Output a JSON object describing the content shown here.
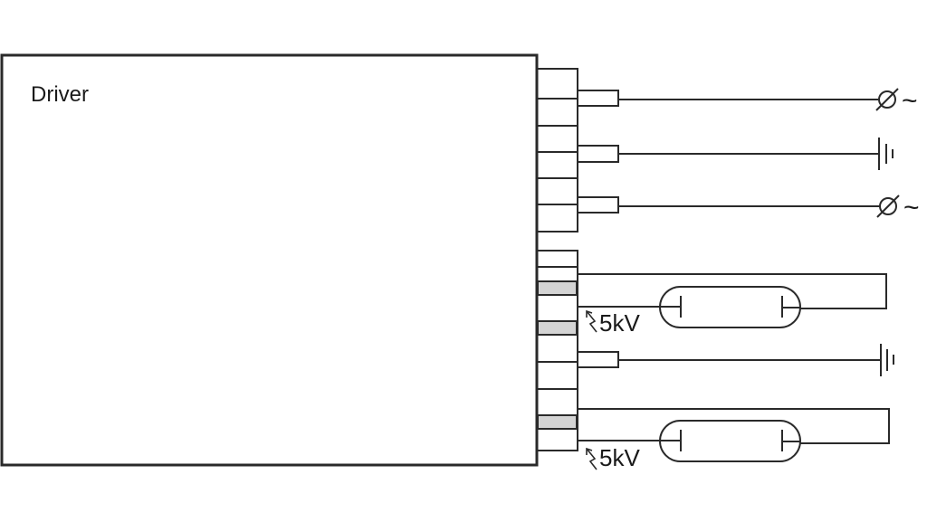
{
  "diagram": {
    "driver_label": "Driver",
    "ignition_voltage_labels": [
      "5kV",
      "5kV"
    ],
    "mains_symbol": "~",
    "connections": [
      {
        "id": "mains-1",
        "type": "mains-phase",
        "symbol": "∅~"
      },
      {
        "id": "earth-1",
        "type": "protective-earth"
      },
      {
        "id": "mains-2",
        "type": "mains-neutral",
        "symbol": "∅~"
      },
      {
        "id": "lamp-1",
        "type": "discharge-lamp",
        "ignition": "5kV"
      },
      {
        "id": "earth-2",
        "type": "protective-earth"
      },
      {
        "id": "lamp-2",
        "type": "discharge-lamp",
        "ignition": "5kV"
      }
    ],
    "colors": {
      "line": "#2a2a2a",
      "hv_terminal_fill": "#d4d4d4",
      "background": "#ffffff"
    }
  }
}
